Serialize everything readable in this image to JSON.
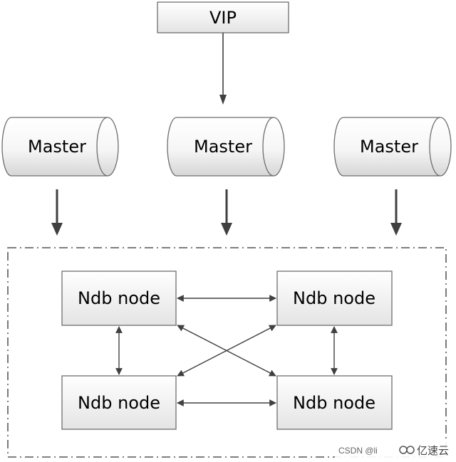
{
  "diagram": {
    "vip": {
      "label": "VIP"
    },
    "masters": [
      {
        "label": "Master"
      },
      {
        "label": "Master"
      },
      {
        "label": "Master"
      }
    ],
    "ndb_nodes": [
      {
        "label": "Ndb node"
      },
      {
        "label": "Ndb node"
      },
      {
        "label": "Ndb node"
      },
      {
        "label": "Ndb node"
      }
    ],
    "colors": {
      "box_fill_light": "#ffffff",
      "box_fill_dark": "#dcdcdc",
      "stroke": "#6e6e6e",
      "arrow": "#404040",
      "cluster_border": "#333333"
    }
  },
  "watermark": {
    "csdn_text": "CSDN @li",
    "logo_text": "亿速云"
  }
}
